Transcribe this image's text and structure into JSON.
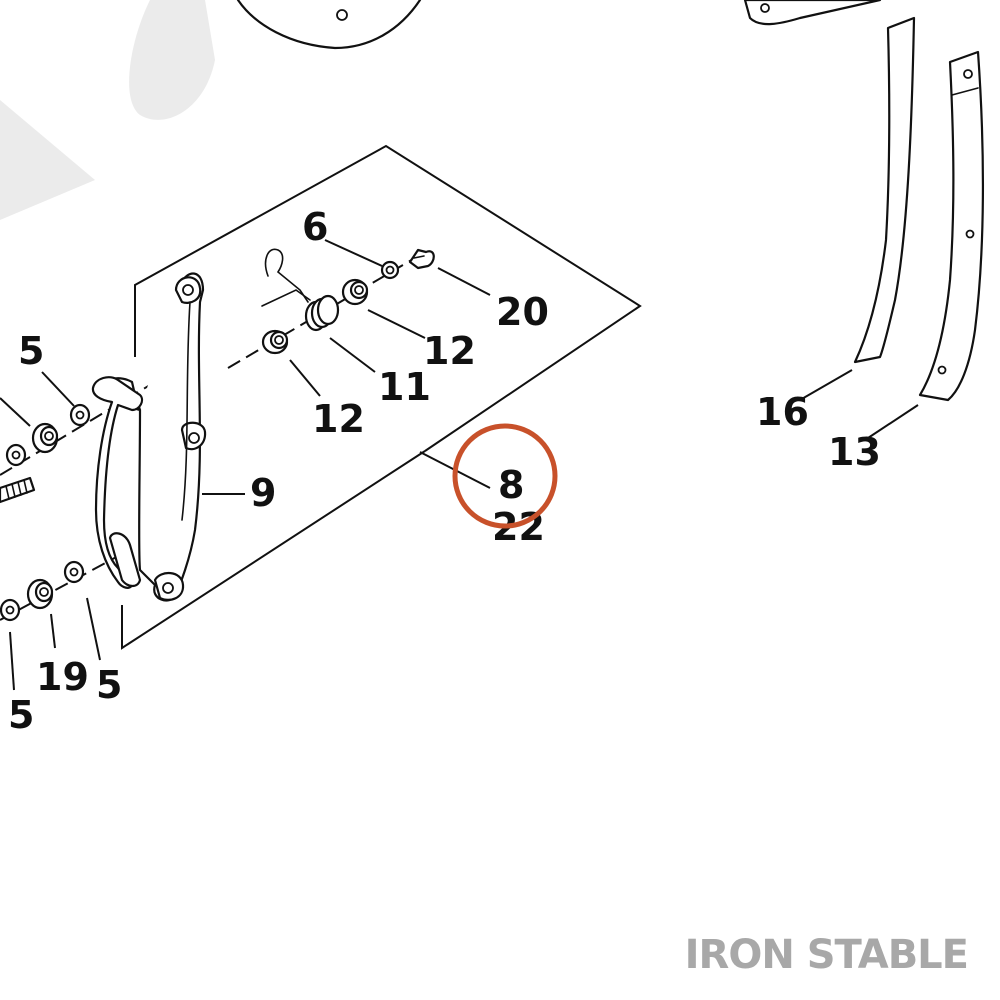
{
  "diagram": {
    "callouts": [
      {
        "id": "c6",
        "text": "6"
      },
      {
        "id": "c20",
        "text": "20"
      },
      {
        "id": "c12a",
        "text": "12"
      },
      {
        "id": "c11",
        "text": "11"
      },
      {
        "id": "c12b",
        "text": "12"
      },
      {
        "id": "c9",
        "text": "9"
      },
      {
        "id": "c8",
        "text": "8"
      },
      {
        "id": "c22",
        "text": "22"
      },
      {
        "id": "c5a",
        "text": "5"
      },
      {
        "id": "c5b",
        "text": "5"
      },
      {
        "id": "c19",
        "text": "19"
      },
      {
        "id": "c5c",
        "text": "5"
      },
      {
        "id": "c16",
        "text": "16"
      },
      {
        "id": "c13",
        "text": "13"
      }
    ],
    "highlight": {
      "target": "8",
      "color": "#C8512A"
    },
    "watermark_color": "#EBEBEB"
  },
  "brand": {
    "text": "IRON STABLE",
    "color": "#A8A8A8"
  }
}
